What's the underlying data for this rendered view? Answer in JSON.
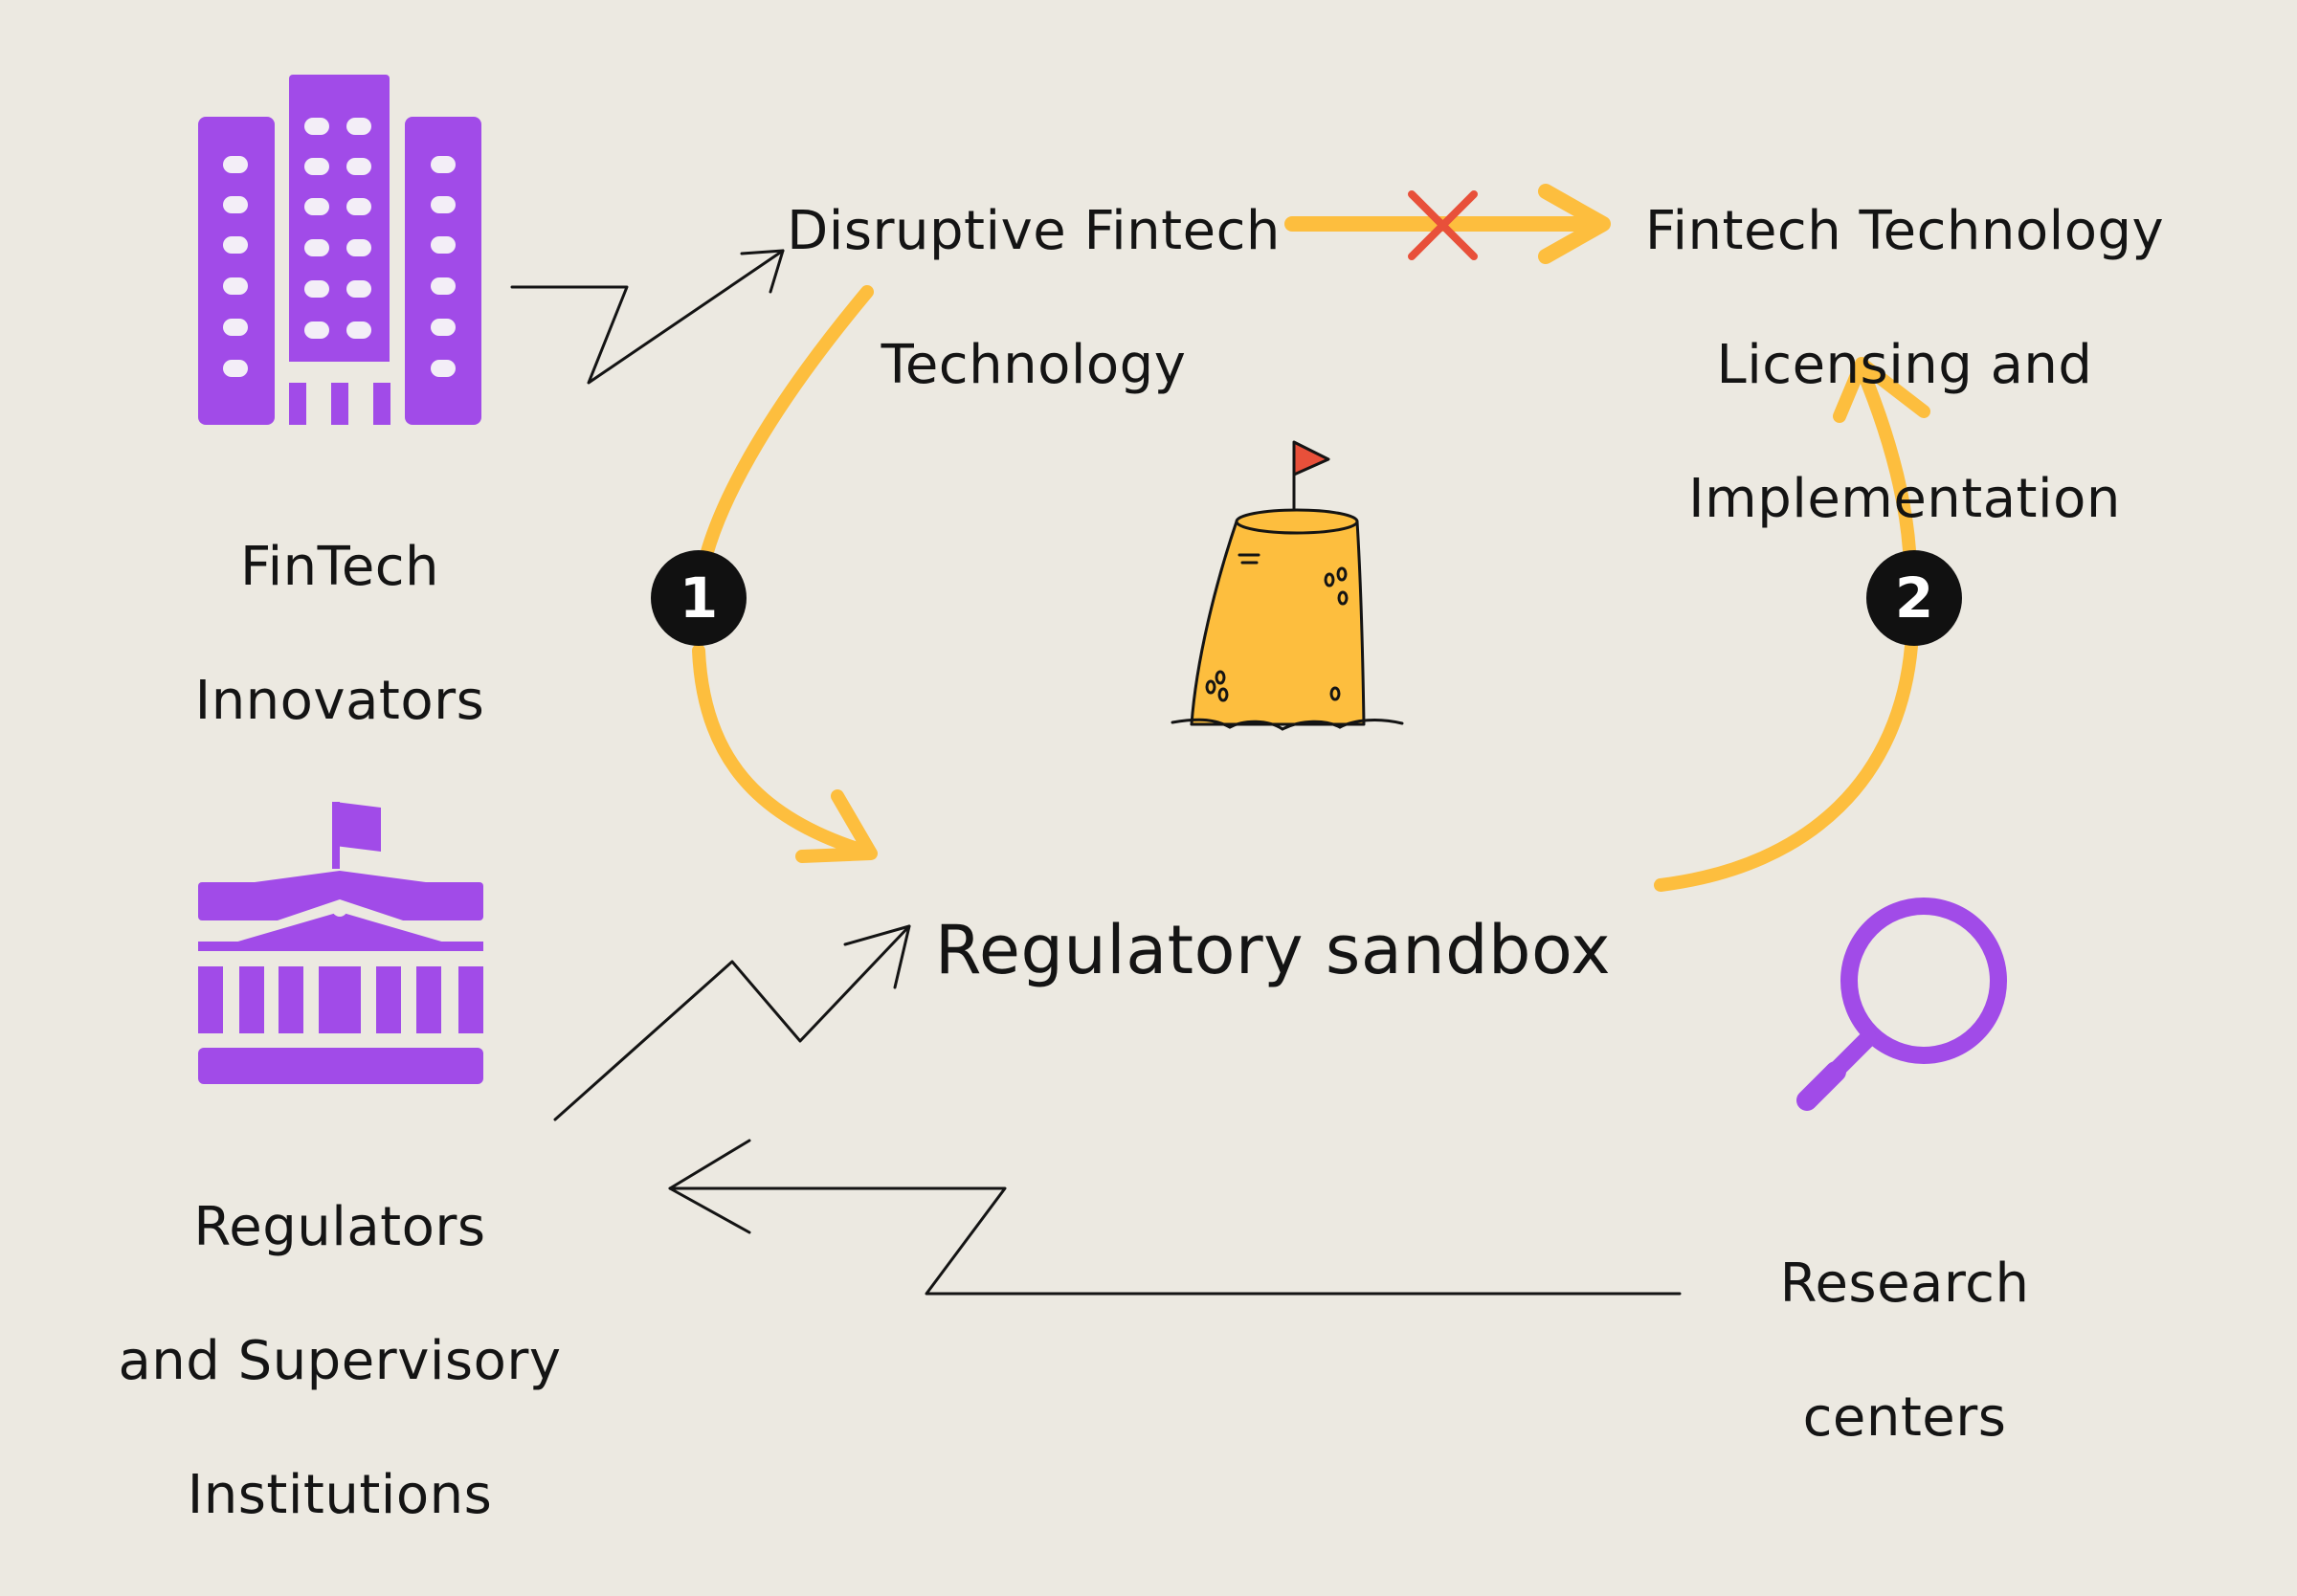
{
  "nodes": {
    "fintech_innovators": {
      "line1": "FinTech",
      "line2": "Innovators"
    },
    "disruptive_fintech": {
      "line1": "Disruptive Fintech",
      "line2": "Technology"
    },
    "licensing": {
      "line1": "Fintech Technology",
      "line2": "Licensing and",
      "line3": "Implementation"
    },
    "regulatory_sandbox": {
      "label": "Regulatory sandbox"
    },
    "regulators": {
      "line1": "Regulators",
      "line2": "and Supervisory",
      "line3": "Institutions"
    },
    "research_centers": {
      "line1": "Research",
      "line2": "centers"
    }
  },
  "steps": {
    "first": "1",
    "second": "2"
  },
  "icons": {
    "fintech_innovators": "office-buildings-icon",
    "regulators": "government-building-icon",
    "research_centers": "magnifying-glass-icon",
    "regulatory_sandbox": "sandcastle-icon",
    "blocked_path": "red-x-icon"
  },
  "colors": {
    "background": "#ECE9E1",
    "purple": "#A14BE8",
    "yellow": "#FDBE3E",
    "red": "#E8503A",
    "ink": "#141414"
  }
}
